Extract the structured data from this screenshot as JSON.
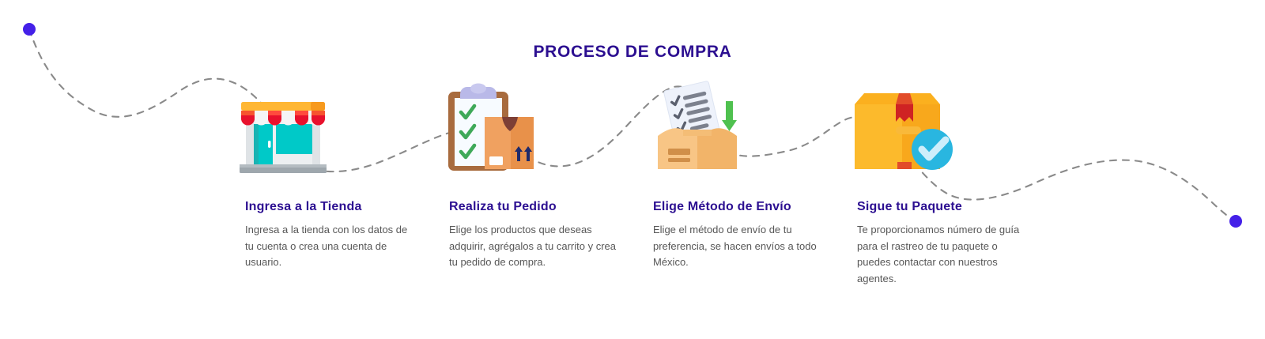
{
  "page": {
    "title": "PROCESO DE COMPRA",
    "background_color": "#ffffff",
    "accent_color": "#2c0f91",
    "path_color": "#8a8a8a",
    "dot_color": "#4420e8"
  },
  "steps": [
    {
      "id": "ingresa-a-la-tienda",
      "icon": "storefront-icon",
      "title": "Ingresa a la Tienda",
      "description": "Ingresa a la tienda con los datos de tu cuenta o crea una cuenta de usuario."
    },
    {
      "id": "realiza-tu-pedido",
      "icon": "clipboard-checklist-box-icon",
      "title": "Realiza tu Pedido",
      "description": "Elige los productos que deseas adquirir, agrégalos a tu carrito y crea tu pedido de compra."
    },
    {
      "id": "elige-metodo-de-envio",
      "icon": "open-box-checklist-icon",
      "title": "Elige Método de Envío",
      "description": "Elige el método de envío de tu preferencia, se hacen envíos a todo México."
    },
    {
      "id": "sigue-tu-paquete",
      "icon": "package-check-icon",
      "title": "Sigue tu Paquete",
      "description": "Te proporcionamos número de guía para el rastreo de tu paquete o puedes contactar con nuestros agentes."
    }
  ]
}
